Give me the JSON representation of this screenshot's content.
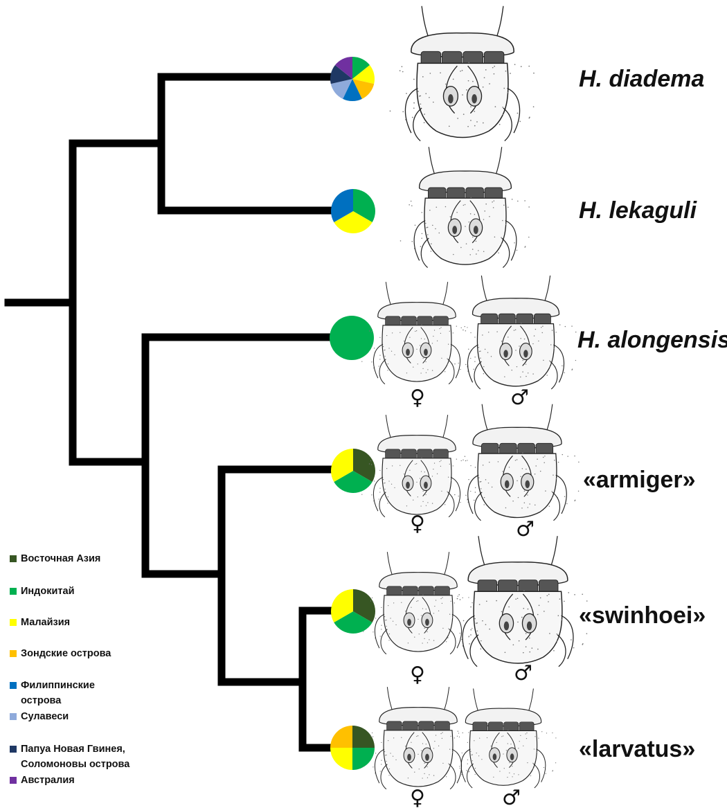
{
  "colors": {
    "east_asia": "#375623",
    "indochina": "#00b050",
    "malaysia": "#ffff00",
    "sunda": "#ffc000",
    "philippines": "#0070c0",
    "sulawesi": "#8eaadb",
    "papua": "#1f3864",
    "australia": "#7030a0"
  },
  "legend": {
    "items": [
      {
        "label": "Восточная Азия",
        "color": "#375623"
      },
      {
        "label": "Индокитай",
        "color": "#00b050"
      },
      {
        "label": "Малайзия",
        "color": "#ffff00"
      },
      {
        "label": "Зондские острова",
        "color": "#ffc000"
      },
      {
        "label": "Филиппинские острова",
        "color": "#0070c0"
      },
      {
        "label": "Сулавеси",
        "color": "#8eaadb"
      },
      {
        "label": "Папуа Новая Гвинея, Соломоновы острова",
        "color": "#1f3864"
      },
      {
        "label": "Австралия",
        "color": "#7030a0"
      }
    ]
  },
  "taxa": [
    {
      "name": "H. diadema",
      "italic": true,
      "regions": [
        "indochina",
        "malaysia",
        "sunda",
        "philippines",
        "sulawesi",
        "papua",
        "australia"
      ],
      "sexes": []
    },
    {
      "name": "H. lekaguli",
      "italic": true,
      "regions": [
        "indochina",
        "malaysia",
        "philippines"
      ],
      "sexes": []
    },
    {
      "name": "H. alongensis",
      "italic": true,
      "regions": [
        "indochina"
      ],
      "sexes": [
        "♀",
        "♂"
      ]
    },
    {
      "name": "«armiger»",
      "italic": false,
      "regions": [
        "east_asia",
        "indochina",
        "malaysia"
      ],
      "sexes": [
        "♀",
        "♂"
      ]
    },
    {
      "name": "«swinhoei»",
      "italic": false,
      "regions": [
        "east_asia",
        "indochina",
        "malaysia"
      ],
      "sexes": [
        "♀",
        "♂"
      ]
    },
    {
      "name": "«larvatus»",
      "italic": false,
      "regions": [
        "east_asia",
        "indochina",
        "malaysia",
        "sunda"
      ],
      "sexes": [
        "♀",
        "♂"
      ]
    }
  ]
}
